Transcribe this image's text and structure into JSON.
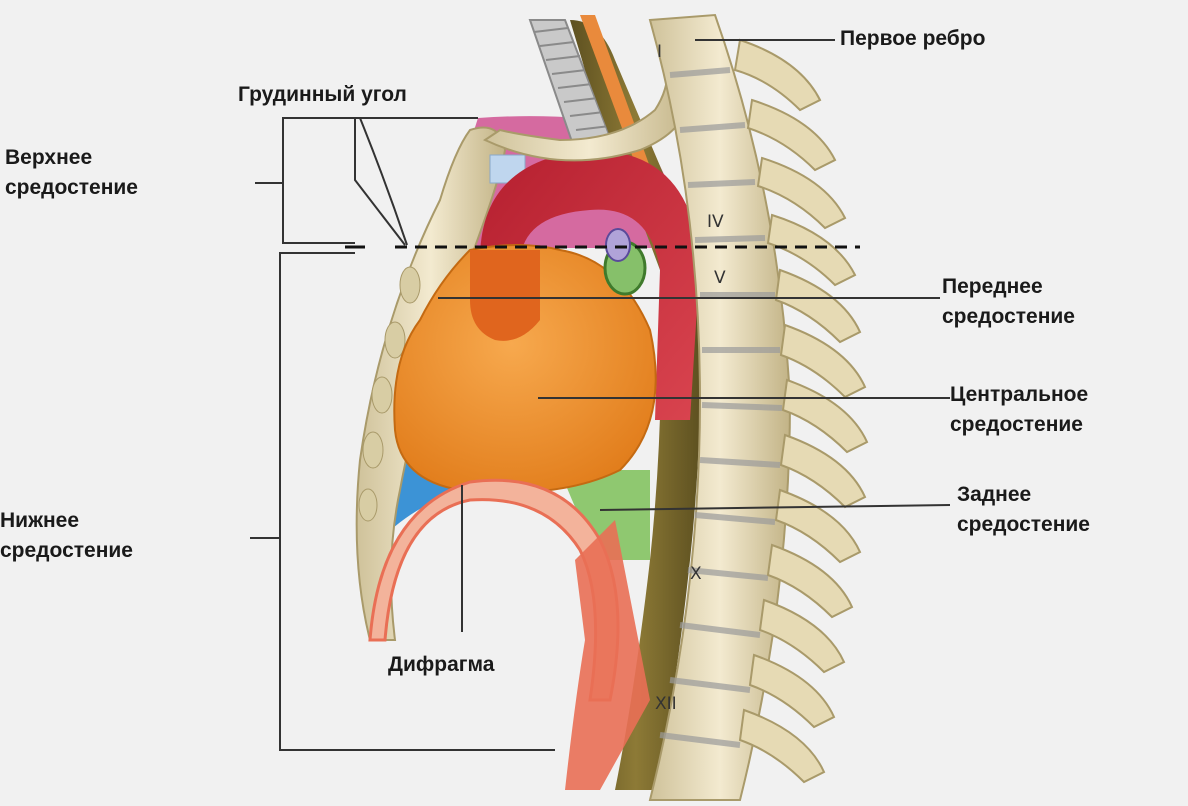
{
  "labels": {
    "first_rib": "Первое ребро",
    "sternal_angle": "Грудинный угол",
    "superior_mediastinum": [
      "Верхнее",
      "средостение"
    ],
    "inferior_mediastinum": [
      "Нижнее",
      "средостение"
    ],
    "anterior_mediastinum": [
      "Переднее",
      "средостение"
    ],
    "middle_mediastinum": [
      "Центральное",
      "средостение"
    ],
    "posterior_mediastinum": [
      "Заднее",
      "средостение"
    ],
    "diaphragm": "Дифрагма"
  },
  "vertebra_labels": {
    "v1": "I",
    "v4": "IV",
    "v5": "V",
    "v10": "X",
    "v12": "XII"
  },
  "colors": {
    "background": "#f1f1f1",
    "heart": "#f08d2a",
    "aorta": "#c8303c",
    "superior_region": "#d56aa0",
    "anterior_region": "#3c93d6",
    "posterior_region": "#8fc870",
    "esophagus": "#7b6a2c",
    "bone": "#e8ddb8",
    "diaphragm_muscle": "#e96f55"
  }
}
